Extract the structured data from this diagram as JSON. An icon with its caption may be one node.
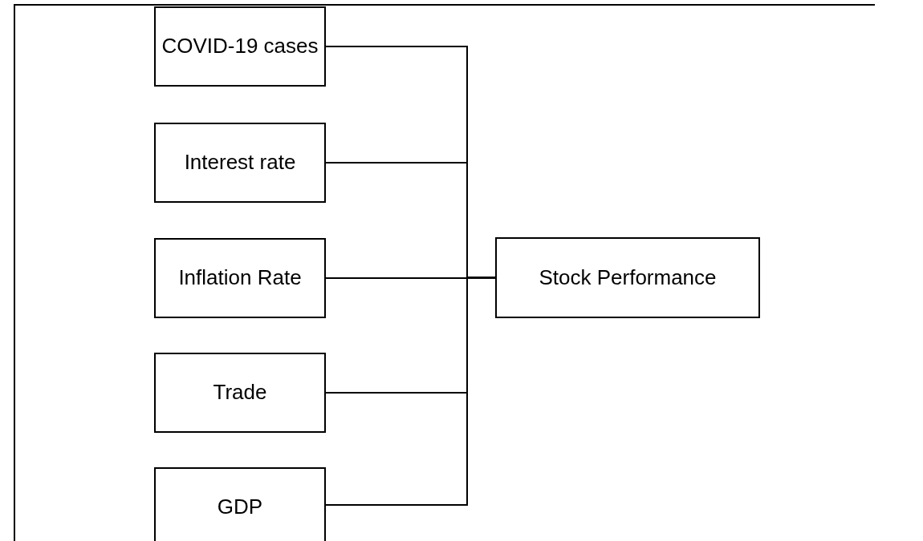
{
  "diagram": {
    "nodes": [
      {
        "text": [
          "COVID-19 cases"
        ]
      },
      {
        "text": [
          "Interest rate"
        ]
      },
      {
        "text": [
          "Inflation Rate"
        ]
      },
      {
        "text": [
          "Trade"
        ]
      },
      {
        "text": [
          "GDP"
        ]
      },
      {
        "text": [
          "Stock Performance"
        ]
      }
    ],
    "edges": [
      {
        "from": 0,
        "to": 5,
        "arrow": "none"
      },
      {
        "from": 1,
        "to": 5,
        "arrow": "none"
      },
      {
        "from": 2,
        "to": 5,
        "arrow": "none"
      },
      {
        "from": 3,
        "to": 5,
        "arrow": "none"
      },
      {
        "from": 4,
        "to": 5,
        "arrow": "none"
      }
    ]
  }
}
